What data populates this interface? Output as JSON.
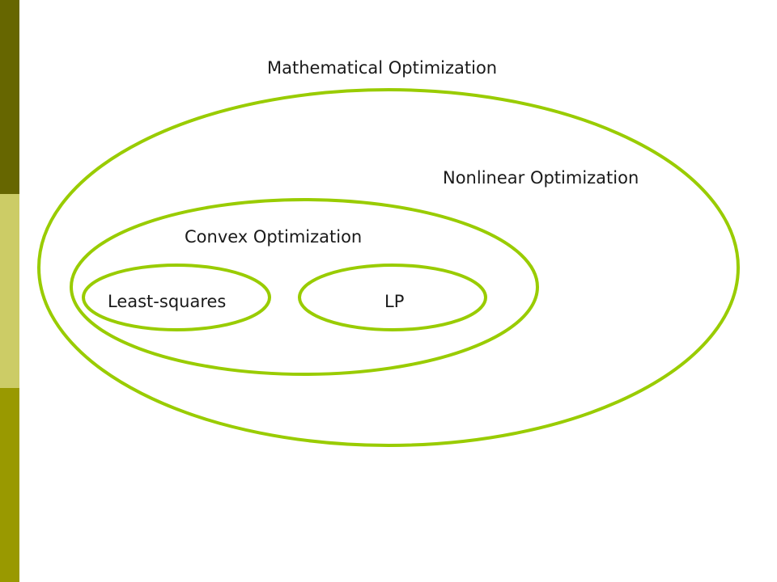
{
  "theme": {
    "sidebar_colors": [
      "#666600",
      "#cccc66",
      "#999900"
    ],
    "ellipse_stroke": "#99cc00",
    "text_color": "#1a1a1a"
  },
  "labels": {
    "mathematical": "Mathematical Optimization",
    "nonlinear": "Nonlinear Optimization",
    "convex": "Convex Optimization",
    "least_squares": "Least-squares",
    "lp": "LP"
  }
}
